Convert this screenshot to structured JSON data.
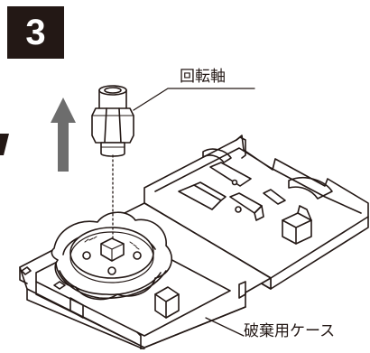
{
  "step": {
    "number": "3"
  },
  "labels": {
    "shaft": "回転軸",
    "case": "破棄用ケース"
  },
  "colors": {
    "badge_bg": "#231815",
    "arrow": "#6d6d6d",
    "line": "#231815",
    "tint": "#d9d9d9"
  }
}
